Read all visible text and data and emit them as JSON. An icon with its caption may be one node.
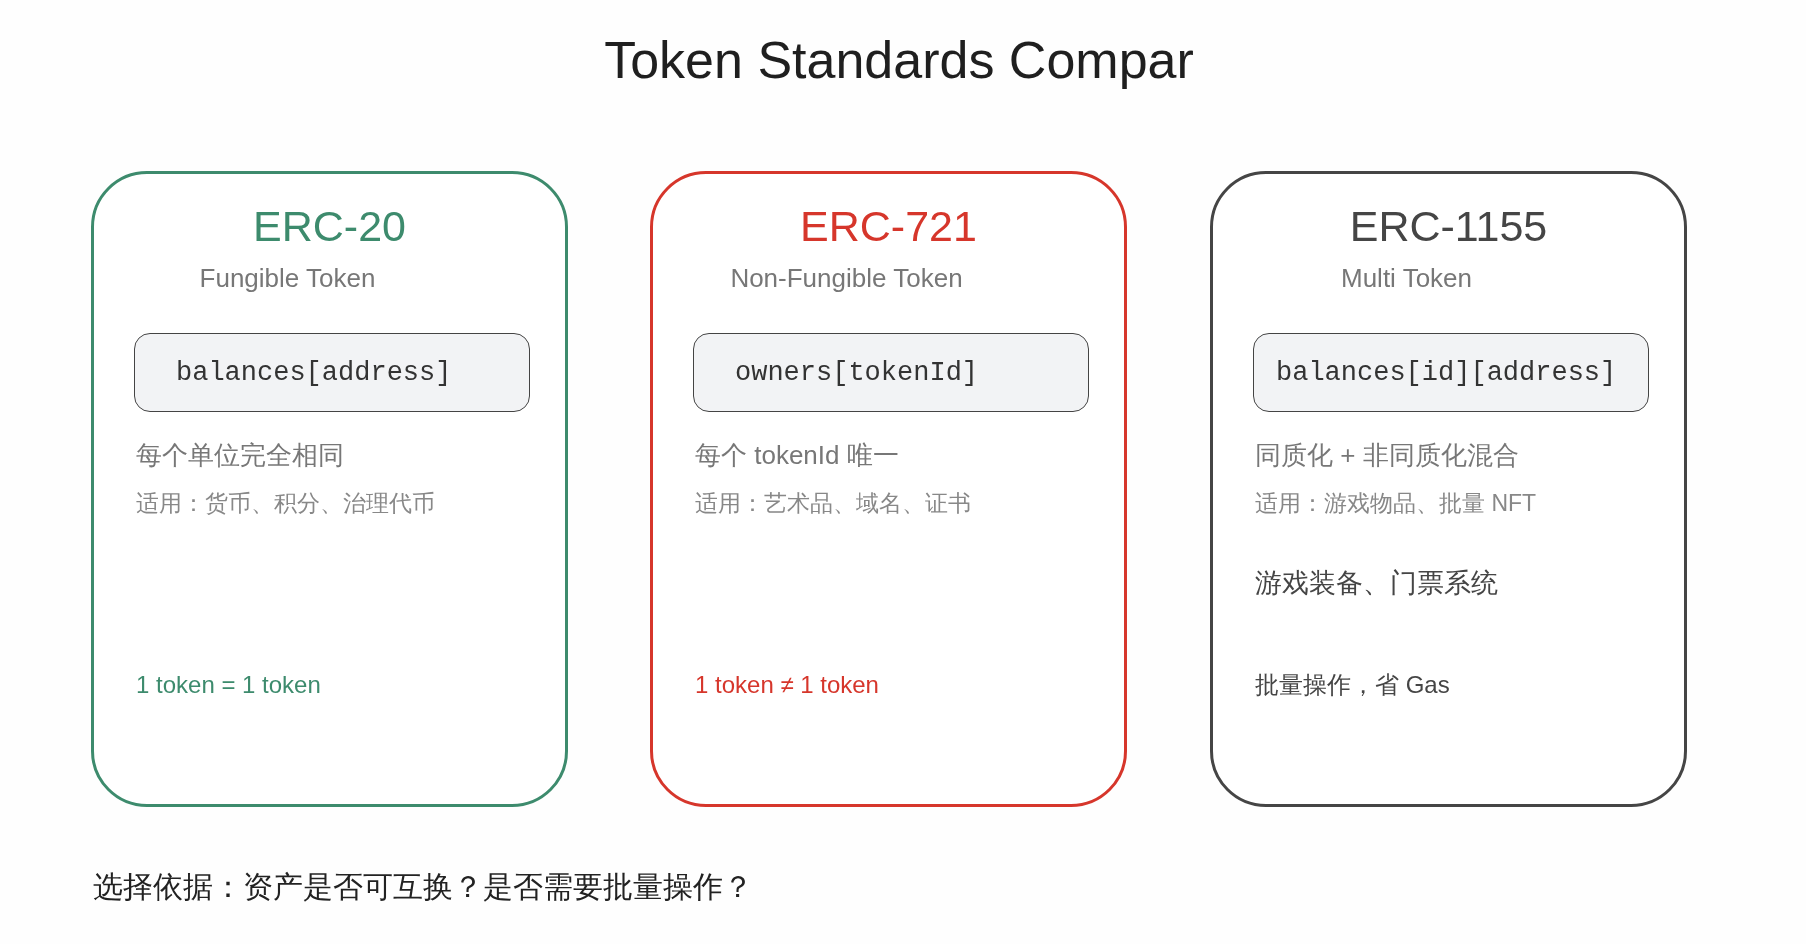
{
  "diagram": {
    "title": "Token Standards Compar",
    "nodes": [
      {
        "text": [
          "ERC-20",
          "Fungible Token",
          "每个单位完全相同",
          "适用：货币、积分、治理代币",
          "1 token = 1 token"
        ]
      },
      {
        "text": [
          "balances[address]"
        ],
        "in": 0
      },
      {
        "text": [
          "ERC-721",
          "Non-Fungible Token",
          "每个 tokenId 唯一",
          "适用：艺术品、域名、证书",
          "1 token ≠ 1 token"
        ]
      },
      {
        "text": [
          "owners[tokenId]"
        ],
        "in": 2
      },
      {
        "text": [
          "ERC-1155",
          "Multi Token",
          "同质化 + 非同质化混合",
          "适用：游戏物品、批量 NFT",
          "游戏装备、门票系统",
          "批量操作，省 Gas"
        ]
      },
      {
        "text": [
          "balances[id][address]"
        ],
        "in": 4
      }
    ],
    "labels": [
      "选择依据：资产是否可互换？是否需要批量操作？"
    ]
  }
}
